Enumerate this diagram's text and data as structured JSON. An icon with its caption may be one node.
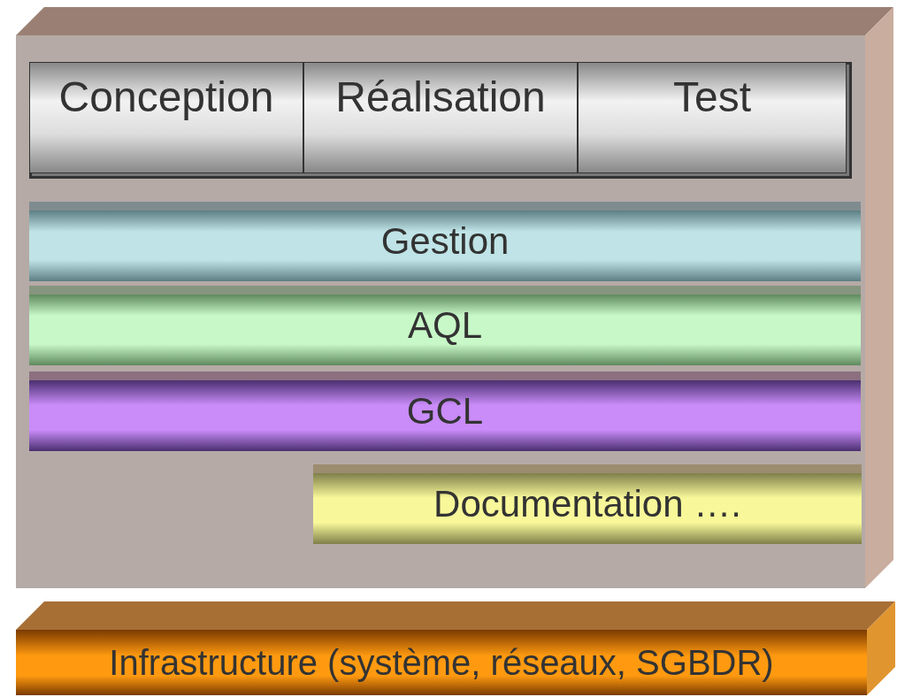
{
  "diagram": {
    "nodes": [
      {
        "text": [],
        "shape": "box"
      },
      {
        "text": [],
        "shape": "box",
        "in": 0
      },
      {
        "text": [
          "Conception"
        ],
        "in": 1
      },
      {
        "text": [
          "Réalisation"
        ],
        "in": 1
      },
      {
        "text": [
          "Test"
        ],
        "in": 1
      },
      {
        "text": [
          "Gestion"
        ],
        "in": 0
      },
      {
        "text": [
          "AQL"
        ],
        "in": 0
      },
      {
        "text": [
          "GCL"
        ],
        "in": 0
      },
      {
        "text": [
          "Documentation …."
        ],
        "in": 0
      },
      {
        "text": [
          "Infrastructure (système, réseaux, SGBDR)"
        ]
      }
    ]
  }
}
